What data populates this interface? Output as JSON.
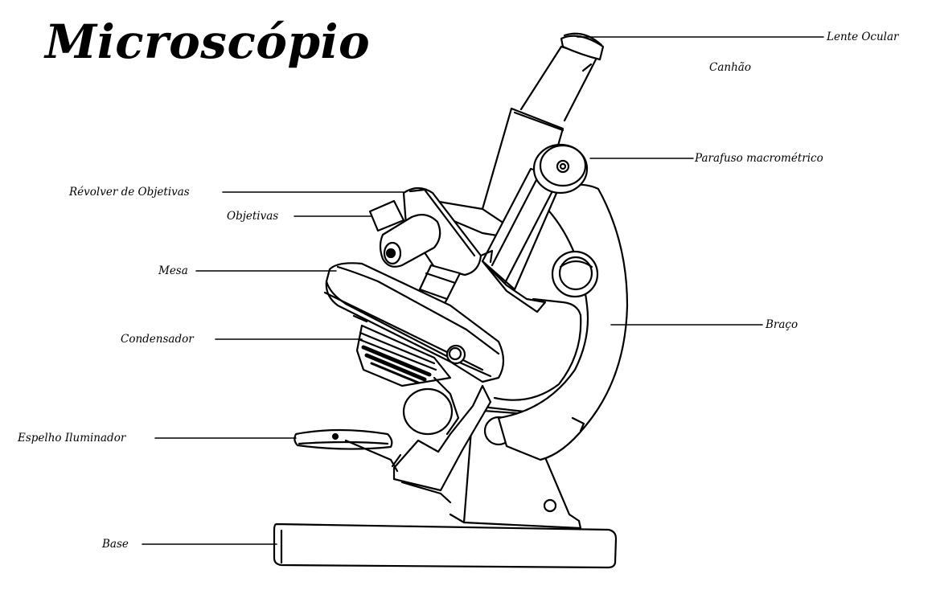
{
  "title": "Microscópio",
  "labels": {
    "lente_ocular": "Lente Ocular",
    "canhao": "Canhão",
    "parafuso": "Parafuso macrométrico",
    "revolver": "Révolver de Objetivas",
    "objetivas": "Objetivas",
    "mesa": "Mesa",
    "braco": "Braço",
    "condensador": "Condensador",
    "espelho": "Espelho Iluminador",
    "base": "Base"
  }
}
